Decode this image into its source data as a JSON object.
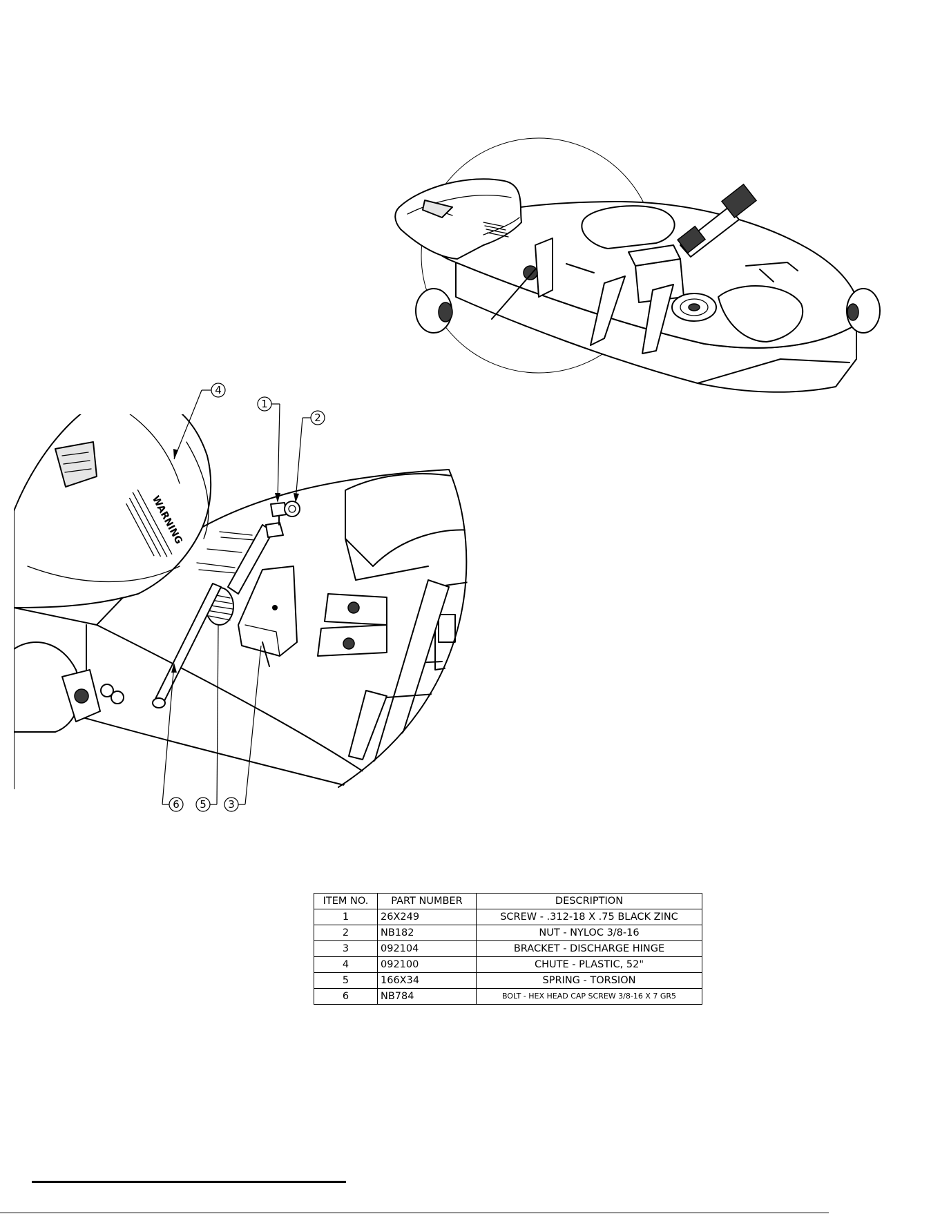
{
  "callouts": [
    {
      "id": "callout-1",
      "label": "1"
    },
    {
      "id": "callout-2",
      "label": "2"
    },
    {
      "id": "callout-3",
      "label": "3"
    },
    {
      "id": "callout-4",
      "label": "4"
    },
    {
      "id": "callout-5",
      "label": "5"
    },
    {
      "id": "callout-6",
      "label": "6"
    }
  ],
  "decal": {
    "text": "WARNING"
  },
  "bom": {
    "headers": [
      "ITEM NO.",
      "PART NUMBER",
      "DESCRIPTION"
    ],
    "rows": [
      {
        "item": "1",
        "part": "26X249",
        "desc": "SCREW - .312-18 X .75 BLACK ZINC"
      },
      {
        "item": "2",
        "part": "NB182",
        "desc": "NUT - NYLOC 3/8-16"
      },
      {
        "item": "3",
        "part": "092104",
        "desc": "BRACKET - DISCHARGE HINGE"
      },
      {
        "item": "4",
        "part": "092100",
        "desc": "CHUTE - PLASTIC, 52\""
      },
      {
        "item": "5",
        "part": "166X34",
        "desc": "SPRING - TORSION"
      },
      {
        "item": "6",
        "part": "NB784",
        "desc": "BOLT - HEX HEAD CAP SCREW 3/8-16 X 7 GR5"
      }
    ]
  }
}
